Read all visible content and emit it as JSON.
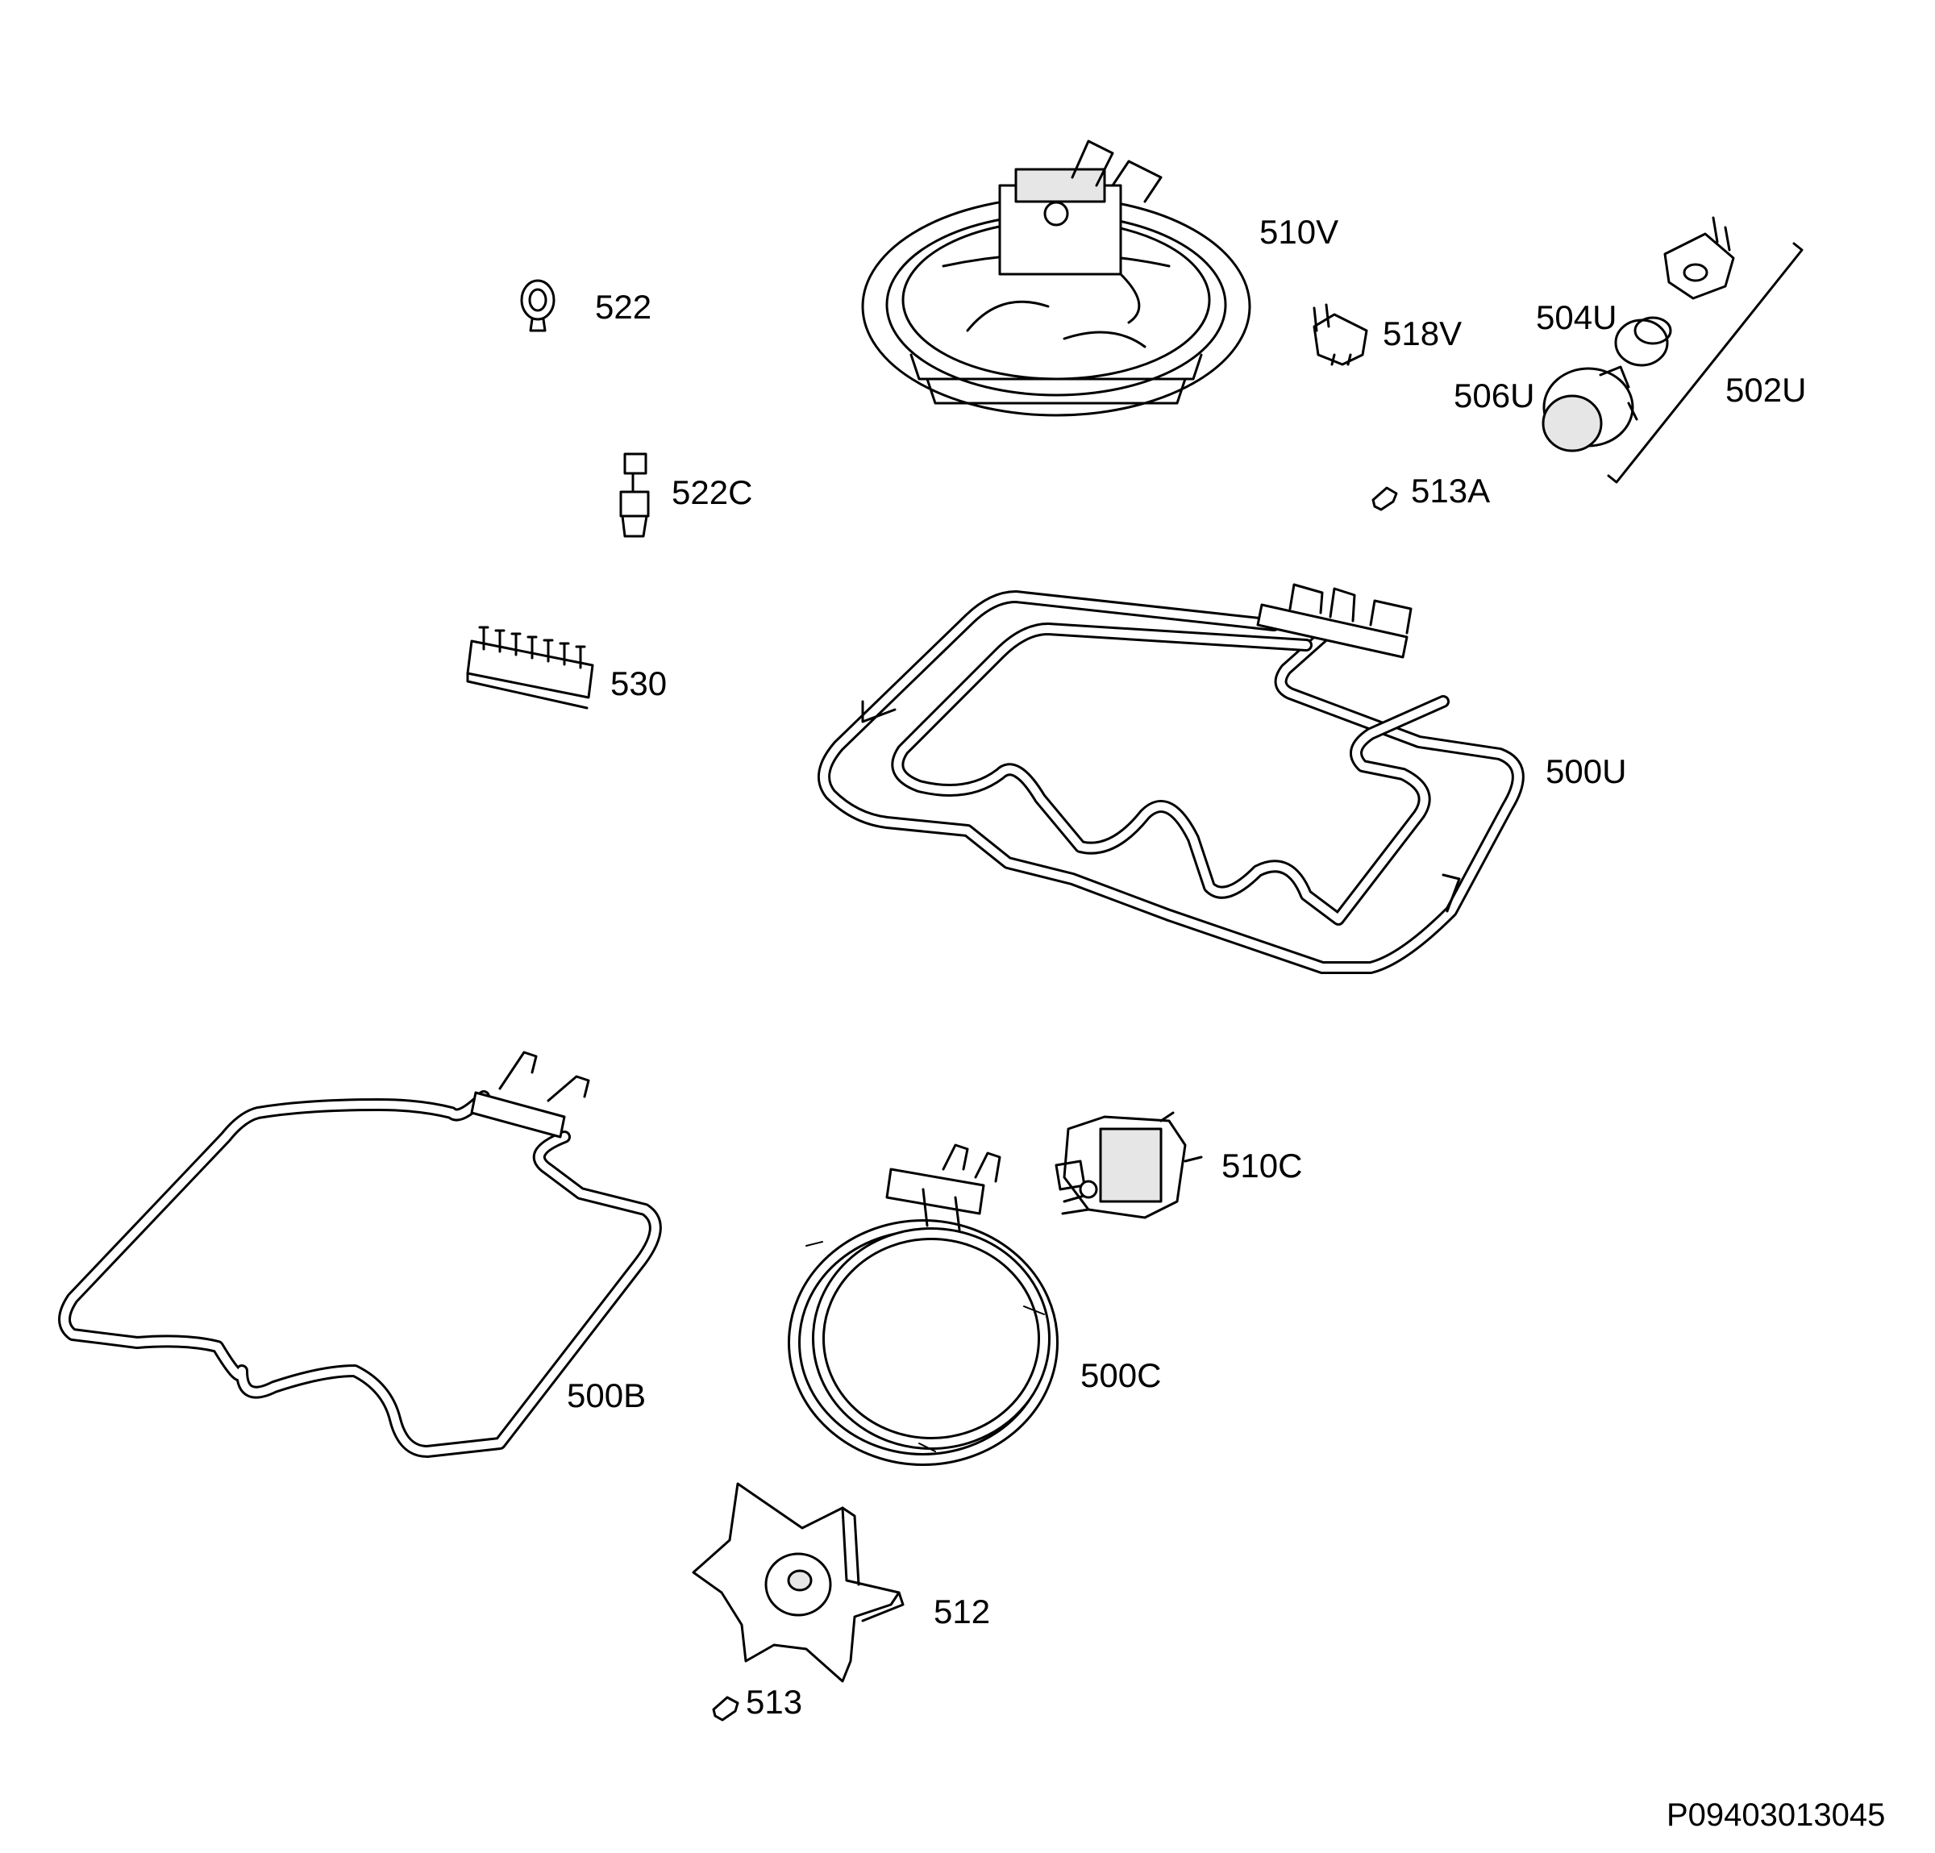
{
  "labels": {
    "p510V": "510V",
    "p522": "522",
    "p518V": "518V",
    "p504U": "504U",
    "p506U": "506U",
    "p502U": "502U",
    "p522C": "522C",
    "p513A": "513A",
    "p530": "530",
    "p500U": "500U",
    "p510C": "510C",
    "p500B": "500B",
    "p500C": "500C",
    "p512": "512",
    "p513": "513"
  },
  "document_id": "P09403013045"
}
